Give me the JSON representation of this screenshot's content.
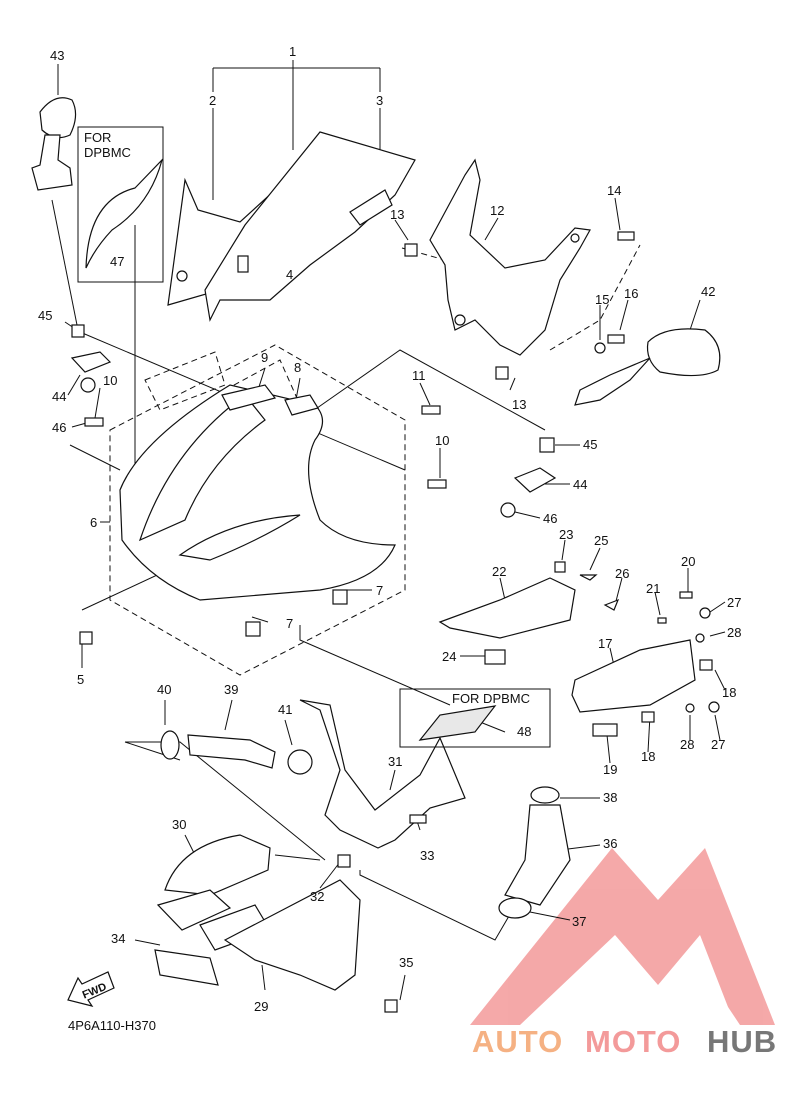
{
  "diagram": {
    "code": "4P6A110-H370",
    "fwd_label": "FWD",
    "callout_box_a": {
      "line1": "FOR",
      "line2": "DPBMC"
    },
    "callout_box_b": {
      "label": "FOR DPBMC"
    },
    "part_numbers": {
      "p1": "1",
      "p2": "2",
      "p3": "3",
      "p4": "4",
      "p5": "5",
      "p6": "6",
      "p7a": "7",
      "p7b": "7",
      "p8": "8",
      "p9": "9",
      "p10a": "10",
      "p10b": "10",
      "p11": "11",
      "p12": "12",
      "p13a": "13",
      "p13b": "13",
      "p14": "14",
      "p15": "15",
      "p16": "16",
      "p17": "17",
      "p18a": "18",
      "p18b": "18",
      "p19": "19",
      "p20": "20",
      "p21": "21",
      "p22": "22",
      "p23": "23",
      "p24": "24",
      "p25": "25",
      "p26": "26",
      "p27a": "27",
      "p27b": "27",
      "p28a": "28",
      "p28b": "28",
      "p29": "29",
      "p30": "30",
      "p31": "31",
      "p32": "32",
      "p33": "33",
      "p34": "34",
      "p35": "35",
      "p36": "36",
      "p37": "37",
      "p38": "38",
      "p39": "39",
      "p40": "40",
      "p41": "41",
      "p42": "42",
      "p43": "43",
      "p44a": "44",
      "p44b": "44",
      "p45a": "45",
      "p45b": "45",
      "p46a": "46",
      "p46b": "46",
      "p47": "47",
      "p48": "48"
    }
  },
  "watermark": {
    "word_a": "AUTO",
    "word_b": "MOTO",
    "word_c": "HUB",
    "color_a": "#f5b183",
    "color_b": "#f39a9a",
    "color_c": "#777777",
    "logo_color": "#f39a9a"
  }
}
